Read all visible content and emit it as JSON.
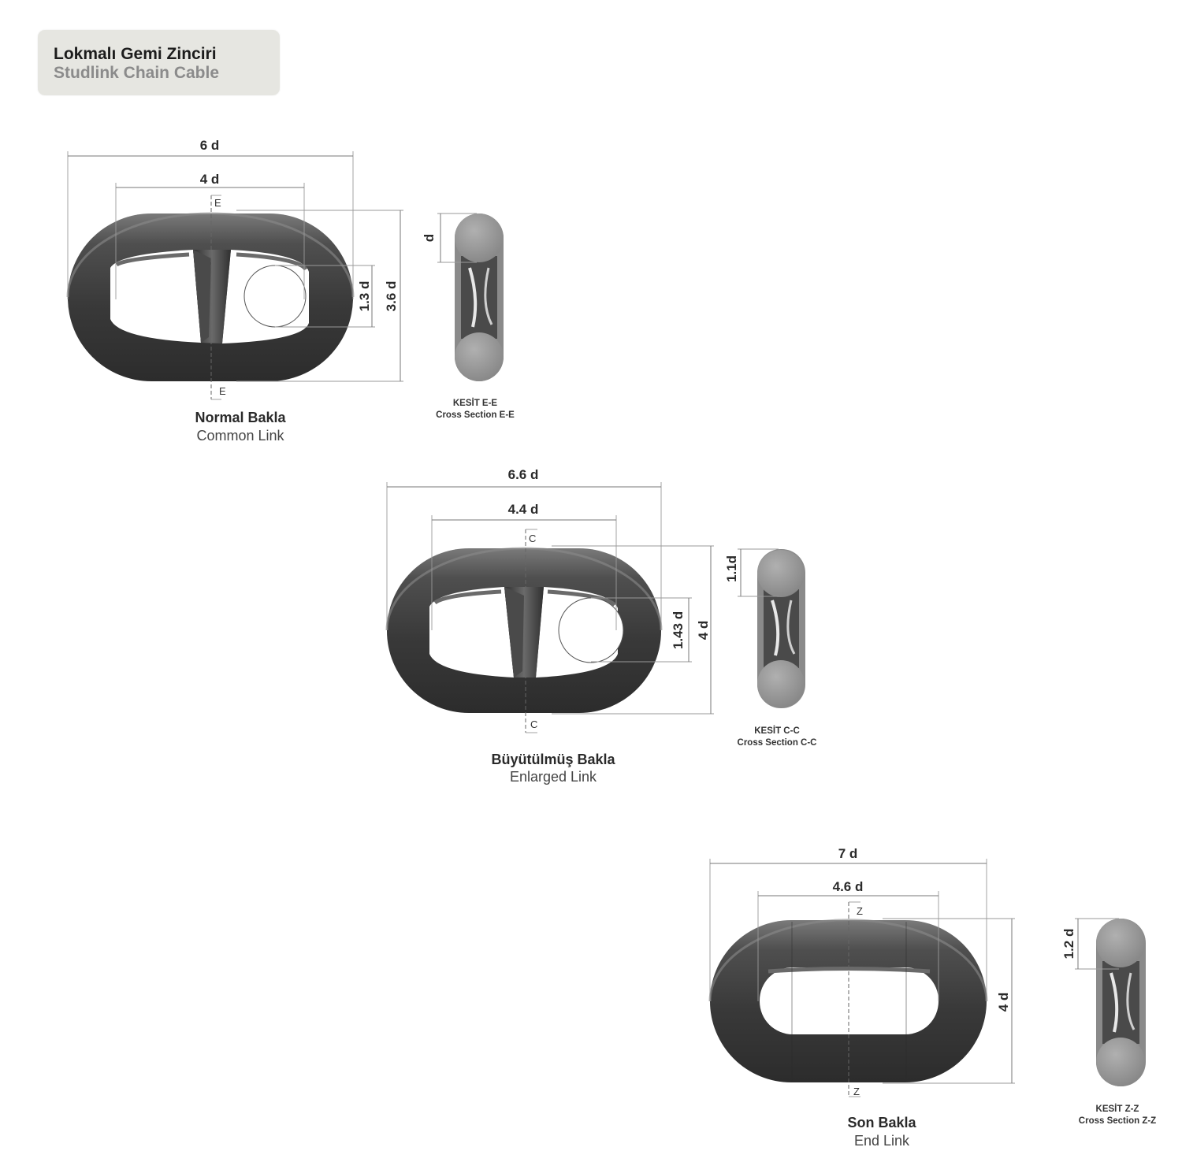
{
  "header": {
    "title": "Lokmalı Gemi Zinciri",
    "subtitle": "Studlink Chain Cable"
  },
  "links": [
    {
      "name_tr": "Normal Bakla",
      "name_en": "Common Link",
      "dims": {
        "overall_length": "6 d",
        "inner_length": "4 d",
        "inner_width": "1.3 d",
        "overall_width": "3.6 d"
      },
      "section_label": "E",
      "cross_section": {
        "title_tr": "KESİT E-E",
        "title_en": "Cross Section E-E",
        "dim": "d"
      }
    },
    {
      "name_tr": "Büyütülmüş Bakla",
      "name_en": "Enlarged Link",
      "dims": {
        "overall_length": "6.6 d",
        "inner_length": "4.4 d",
        "inner_width": "1.43 d",
        "overall_width": "4 d"
      },
      "section_label": "C",
      "cross_section": {
        "title_tr": "KESİT C-C",
        "title_en": "Cross Section C-C",
        "dim": "1.1d"
      }
    },
    {
      "name_tr": "Son Bakla",
      "name_en": "End Link",
      "dims": {
        "overall_length": "7 d",
        "inner_length": "4.6 d",
        "overall_width": "4 d"
      },
      "section_label": "Z",
      "cross_section": {
        "title_tr": "KESİT Z-Z",
        "title_en": "Cross Section Z-Z",
        "dim": "1.2 d"
      }
    }
  ]
}
